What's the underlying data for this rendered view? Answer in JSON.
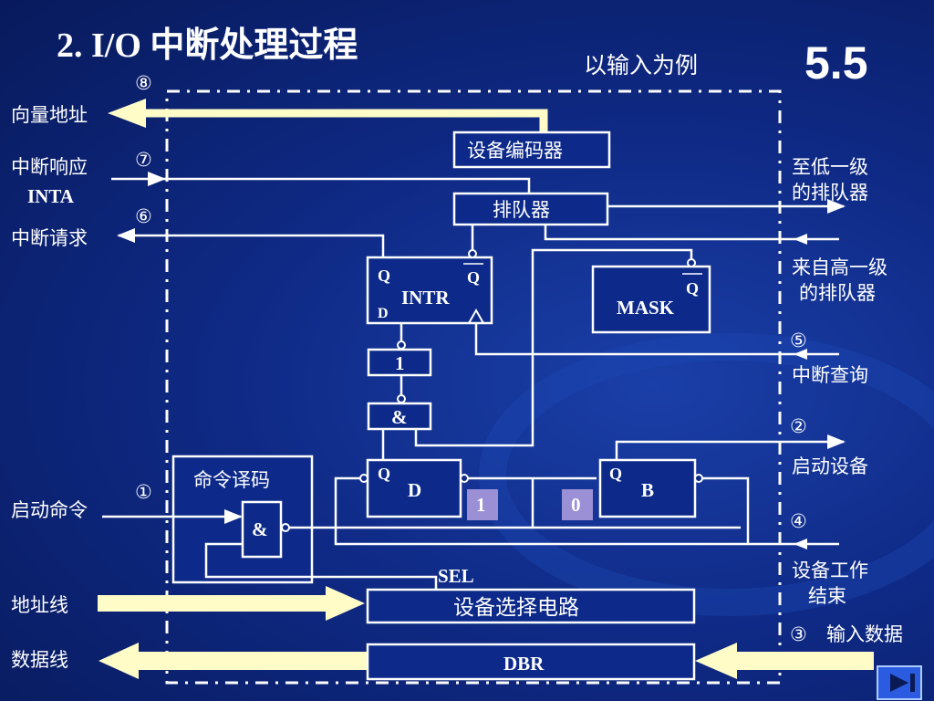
{
  "title": "2. I/O 中断处理过程",
  "section": "5.5",
  "subtitle": "以输入为例",
  "left_labels": {
    "vector_address": "向量地址",
    "int_ack": "中断响应",
    "inta": "INTA",
    "int_request": "中断请求",
    "start_cmd": "启动命令",
    "address_line": "地址线",
    "data_line": "数据线"
  },
  "right_labels": {
    "to_lower_1": "至低一级",
    "to_lower_2": "的排队器",
    "from_higher_1": "来自高一级",
    "from_higher_2": "的排队器",
    "int_query": "中断查询",
    "start_device": "启动设备",
    "dev_done_1": "设备工作",
    "dev_done_2": "结束",
    "input_data": "输入数据"
  },
  "steps": {
    "s1": "①",
    "s2": "②",
    "s3": "③",
    "s4": "④",
    "s5": "⑤",
    "s6": "⑥",
    "s7": "⑦",
    "s8": "⑧"
  },
  "blocks": {
    "encoder": "设备编码器",
    "queue": "排队器",
    "intr": "INTR",
    "mask": "MASK",
    "or_gate": "1",
    "and_gate": "&",
    "cmd_decode": "命令译码",
    "cmd_and": "&",
    "d_ff": "D",
    "b_ff": "B",
    "q": "Q",
    "d_pin": "D",
    "bit1": "1",
    "bit0": "0",
    "sel": "SEL",
    "dev_select": "设备选择电路",
    "dbr": "DBR"
  },
  "colors": {
    "background": "#0f2a86",
    "thick_arrow": "#fffcc8",
    "bit_box": "#9b8fd6"
  },
  "nav": {
    "icon": "skip-forward-icon"
  }
}
